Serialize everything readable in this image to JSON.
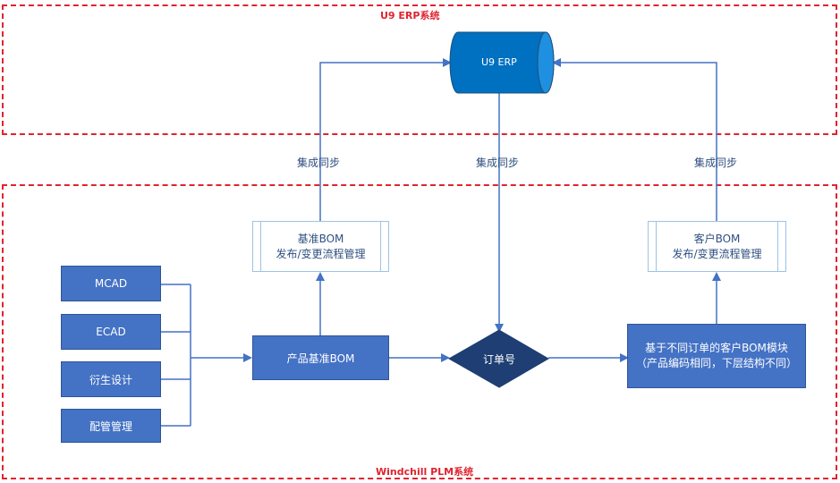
{
  "zones": {
    "erp_title": "U9 ERP系统",
    "plm_title": "Windchill PLM系统"
  },
  "erp_node": "U9 ERP",
  "sync_labels": {
    "left": "集成同步",
    "center": "集成同步",
    "right": "集成同步"
  },
  "process_left": {
    "line1": "基准BOM",
    "line2": "发布/变更流程管理"
  },
  "process_right": {
    "line1": "客户BOM",
    "line2": "发布/变更流程管理"
  },
  "inputs": [
    "MCAD",
    "ECAD",
    "衍生设计",
    "配管管理"
  ],
  "product_bom": "产品基准BOM",
  "order_no": "订单号",
  "customer_bom": {
    "line1": "基于不同订单的客户BOM模块",
    "line2": "（产品编码相同，下层结构不同）"
  },
  "colors": {
    "accent": "#4472c4",
    "zone_border": "#e0242e",
    "connector": "#4472c4",
    "cylinder": "#0070c0"
  }
}
